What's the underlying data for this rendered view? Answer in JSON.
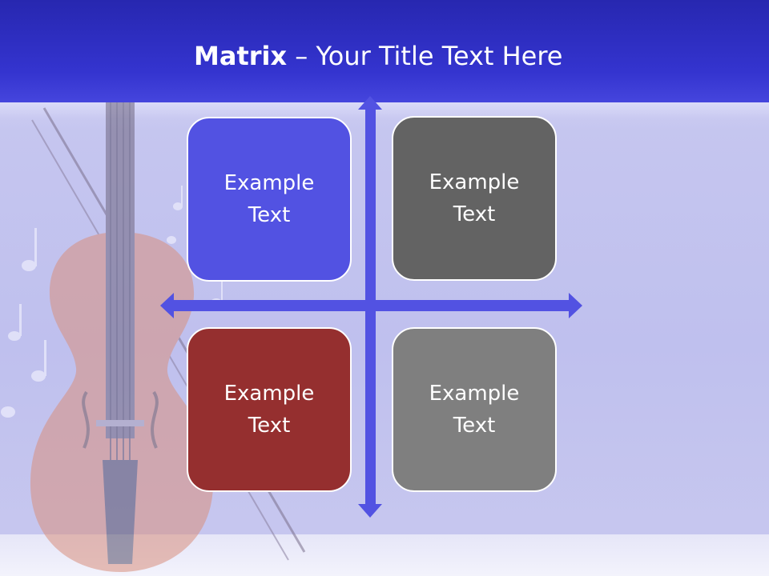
{
  "title": {
    "bold": "Matrix",
    "rest": " – Your Title Text Here"
  },
  "matrix": {
    "cells": [
      {
        "text": "Example Text",
        "color": "#5252e2"
      },
      {
        "text": "Example Text",
        "color": "#636363"
      },
      {
        "text": "Example Text",
        "color": "#952f2f"
      },
      {
        "text": "Example Text",
        "color": "#7f7f7f"
      }
    ],
    "axis_color": "#5252e2"
  },
  "background": {
    "illustration": "violin-with-music-notes",
    "header_color": "#2e2ec4"
  }
}
